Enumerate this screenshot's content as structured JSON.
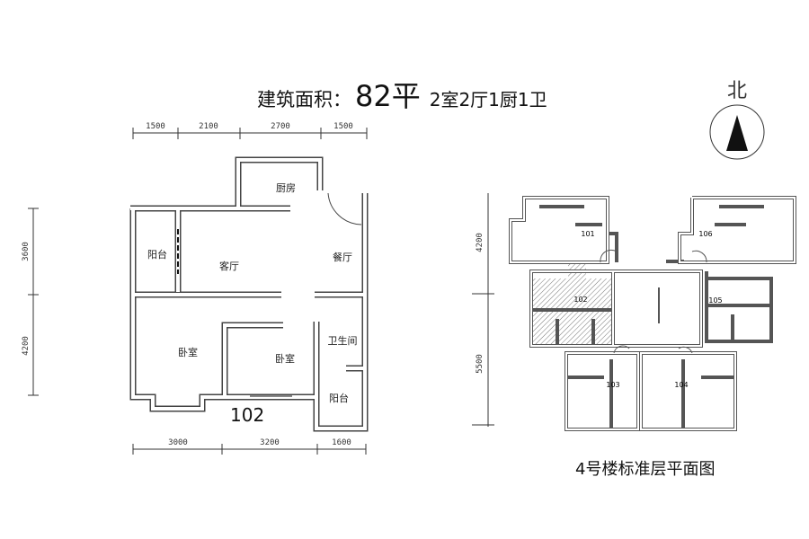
{
  "header": {
    "label": "建筑面积：",
    "area": "82平",
    "layout": "2室2厅1厨1卫"
  },
  "unit_plan": {
    "unit_number": "102",
    "rooms": {
      "kitchen": "厨房",
      "balcony_west": "阳台",
      "living": "客厅",
      "dining": "餐厅",
      "bedroom_master": "卧室",
      "bedroom_second": "卧室",
      "bathroom": "卫生间",
      "balcony_south": "阳台"
    },
    "dims_top": [
      "1500",
      "2100",
      "2700",
      "1500"
    ],
    "dims_bottom": [
      "3000",
      "3200",
      "1600"
    ],
    "dims_left": [
      "3600",
      "4200"
    ]
  },
  "floor_plan": {
    "caption": "4号楼标准层平面图",
    "units": [
      "101",
      "106",
      "102",
      "105",
      "103",
      "104"
    ],
    "dims_left": [
      "4200",
      "5500"
    ]
  },
  "compass": {
    "label": "北",
    "icon": "north-arrow-icon"
  }
}
